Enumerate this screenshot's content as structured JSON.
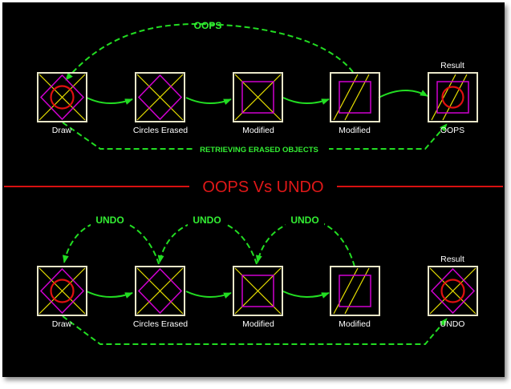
{
  "title": "OOPS Vs UNDO",
  "top_panel": {
    "arc_label": "OOPS",
    "bottom_label": "RETRIEVING ERASED OBJECTS",
    "result_label": "Result",
    "steps": [
      {
        "label": "Draw"
      },
      {
        "label": "Circles Erased"
      },
      {
        "label": "Modified"
      },
      {
        "label": "Modified"
      },
      {
        "label": "OOPS"
      }
    ]
  },
  "bottom_panel": {
    "arc_labels": [
      "UNDO",
      "UNDO",
      "UNDO"
    ],
    "result_label": "Result",
    "steps": [
      {
        "label": "Draw"
      },
      {
        "label": "Circles Erased"
      },
      {
        "label": "Modified"
      },
      {
        "label": "Modified"
      },
      {
        "label": "UNDO"
      }
    ]
  },
  "colors": {
    "background": "#000000",
    "frame": "#e8e6c8",
    "diagonal": "#e8e000",
    "magenta": "#d000d0",
    "red": "#e01010",
    "arrow_green": "#22dd22",
    "label_green": "#33ee33",
    "text_white": "#ffffff",
    "divider_red": "#d81010"
  }
}
